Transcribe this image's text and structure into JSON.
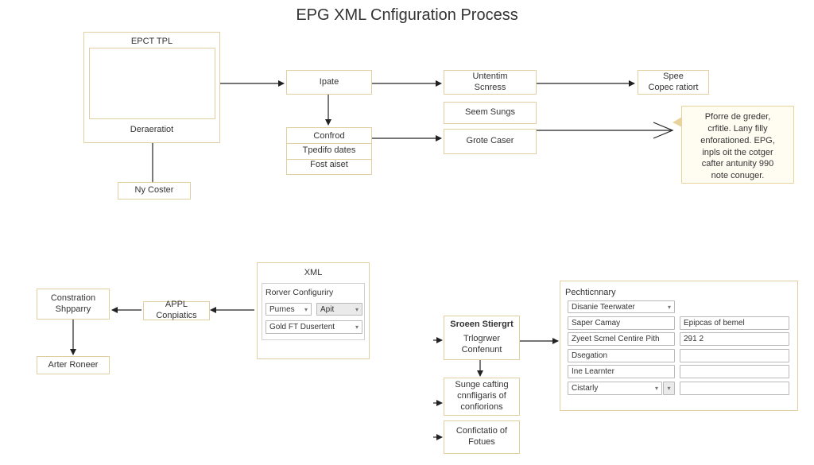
{
  "title": "EPG XML Cnfiguration Process",
  "top": {
    "epct_box": {
      "title": "EPCT TPL",
      "caption": "Deraeratiot"
    },
    "ny_coster": "Ny Coster",
    "ipate": "Ipate",
    "confrod_group": [
      "Confrod",
      "Tpedifo dates",
      "Fost aiset"
    ],
    "untentim": [
      "Untentim",
      "Scnress"
    ],
    "seem_sungs": "Seem Sungs",
    "grote_caser": "Grote Caser",
    "spee": [
      "Spee",
      "Copec ratiort"
    ],
    "note": [
      "Pforre de greder,",
      "crfitle. Lany filly",
      "enforationed. EPG,",
      "inpls oit the cotger",
      "cafter antunity 990",
      "note conuger."
    ]
  },
  "bottom_left": {
    "construction": [
      "Constration",
      "Shpparry"
    ],
    "arter_roneer": "Arter Roneer",
    "appl": "APPL Conpiatics",
    "xml_panel": {
      "title": "XML",
      "subtitle": "Rorver Configuriry",
      "select1": "Purnes",
      "select2": "Apit",
      "select3": "Gold FT Dusertent"
    }
  },
  "bottom_right": {
    "screen_box": {
      "title": "Sroeen Stiergrt",
      "lines": [
        "Trlogrwer",
        "Confenunt"
      ]
    },
    "sunge_box": [
      "Sunge cafting",
      "cnnfligaris of",
      "confiorions"
    ],
    "confictio_box": [
      "Confictatio of",
      "Fotues"
    ],
    "panel": {
      "title": "Pechticnnary",
      "rows": [
        {
          "left": "Disanie Teerwater",
          "right": "",
          "left_type": "select",
          "right_visible": false
        },
        {
          "left": "Saper Camay",
          "right": "Epipcas of bemel"
        },
        {
          "left": "Zyeet Scmel Centire Pith",
          "right": "291 2"
        },
        {
          "left": "Dsegation",
          "right": ""
        },
        {
          "left": "Ine Learnter",
          "right": ""
        },
        {
          "left": "Cistarly",
          "right": "",
          "left_type": "select"
        }
      ]
    }
  }
}
